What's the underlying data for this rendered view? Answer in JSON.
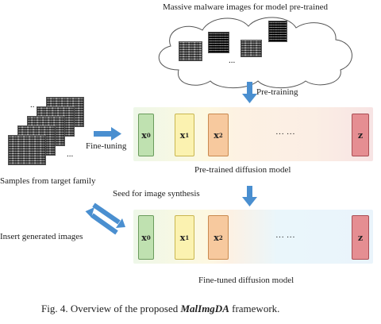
{
  "cloud": {
    "title": "Massive malware images for model pre-trained",
    "ellipsis": "..."
  },
  "stack": {
    "ellipsis_top": "..",
    "ellipsis_side": "..."
  },
  "labels": {
    "pretraining": "Pre-training",
    "finetuning": "Fine-tuning",
    "samples": "Samples from target family",
    "seed": "Seed for image synthesis",
    "insert": "Insert generated images",
    "pretrained_model": "Pre-trained diffusion model",
    "finetuned_model": "Fine-tuned diffusion model"
  },
  "chain": {
    "dots": "··· ···",
    "x": "x",
    "z": "z",
    "subs": [
      "0",
      "1",
      "2"
    ]
  },
  "caption": {
    "prefix": "Fig. 4.  Overview of the proposed ",
    "name": "MalImgDA",
    "suffix": " framework."
  },
  "colors": {
    "accent_arrow": "#4a8fd0",
    "node_green": "#bfe1b0",
    "node_yellow": "#fbf2b0",
    "node_orange": "#f7c99e",
    "node_red": "#e58e92"
  }
}
